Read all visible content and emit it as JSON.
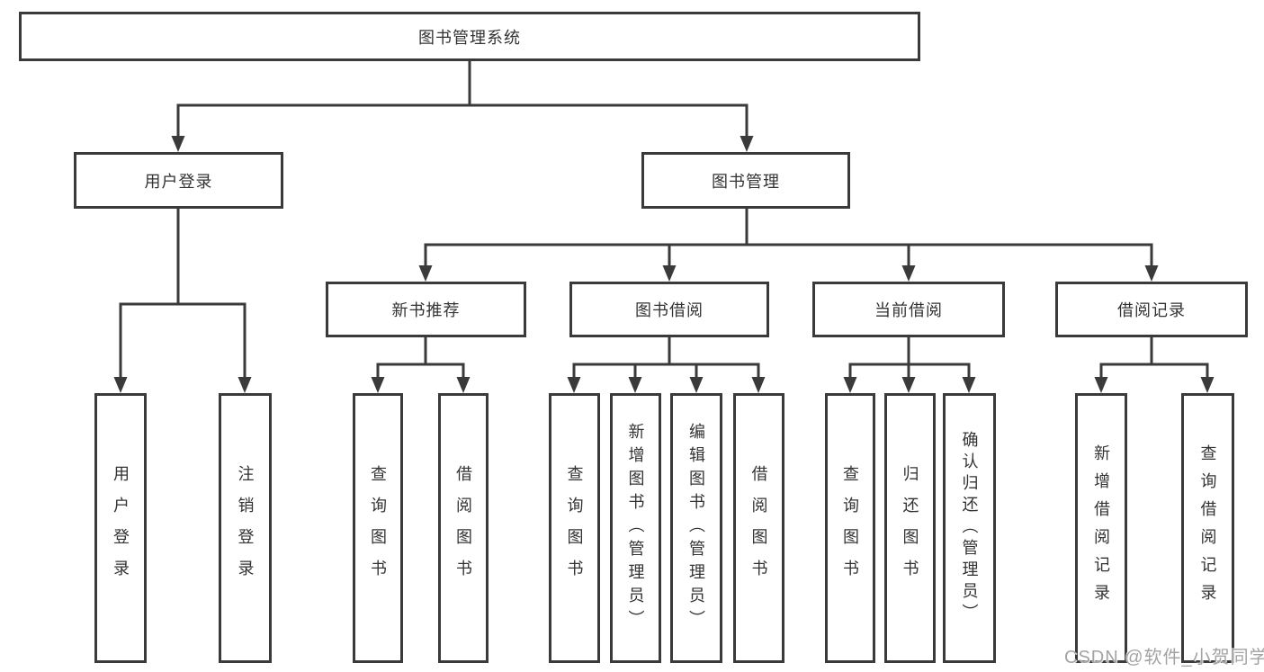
{
  "diagram": {
    "root": {
      "label": "图书管理系统"
    },
    "branches": [
      {
        "label": "用户登录",
        "children": [
          {
            "label": "用户登录"
          },
          {
            "label": "注销登录"
          }
        ]
      },
      {
        "label": "图书管理",
        "groups": [
          {
            "label": "新书推荐",
            "children": [
              {
                "label": "查询图书"
              },
              {
                "label": "借阅图书"
              }
            ]
          },
          {
            "label": "图书借阅",
            "children": [
              {
                "label": "查询图书"
              },
              {
                "label": "新增图书（管理员）"
              },
              {
                "label": "编辑图书（管理员）"
              },
              {
                "label": "借阅图书"
              }
            ]
          },
          {
            "label": "当前借阅",
            "children": [
              {
                "label": "查询图书"
              },
              {
                "label": "归还图书"
              },
              {
                "label": "确认归还（管理员）"
              }
            ]
          },
          {
            "label": "借阅记录",
            "children": [
              {
                "label": "新增借阅记录"
              },
              {
                "label": "查询借阅记录"
              }
            ]
          }
        ]
      }
    ]
  },
  "watermark": "CSDN @软件_小贺同学",
  "colors": {
    "line": "#3a3a3a",
    "text": "#333333",
    "watermark": "#a3a3a3",
    "background": "#ffffff"
  }
}
